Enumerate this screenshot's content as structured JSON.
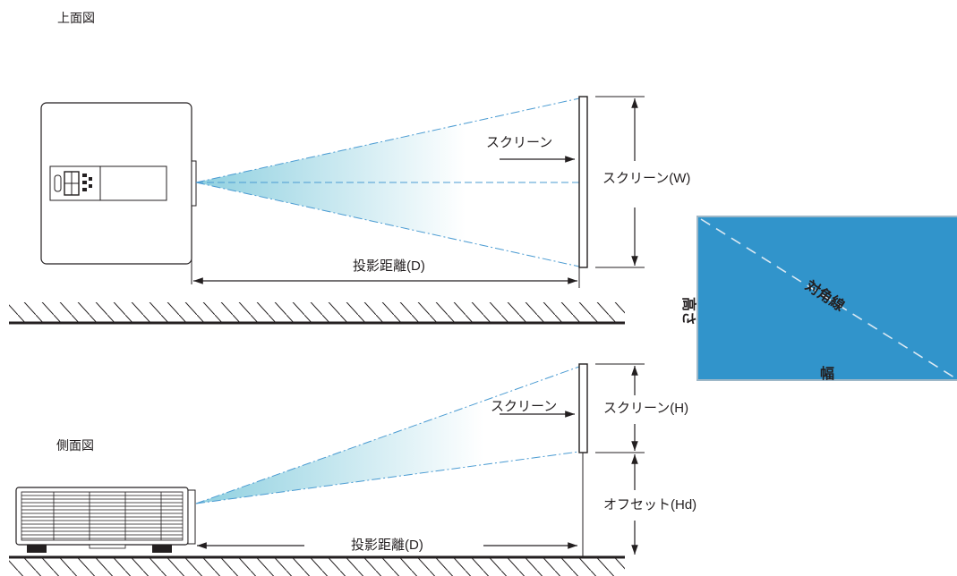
{
  "top_view": {
    "title": "上面図",
    "screen_arrow_label": "スクリーン",
    "screen_width_label": "スクリーン(W)",
    "distance_label": "投影距離(D)"
  },
  "side_view": {
    "title": "側面図",
    "screen_arrow_label": "スクリーン",
    "screen_height_label": "スクリーン(H)",
    "offset_label": "オフセット(Hd)",
    "distance_label": "投影距離(D)"
  },
  "screen_panel": {
    "diagonal_label": "対角線",
    "height_label": "高さ",
    "width_label": "幅",
    "fill_color": "#3194cb",
    "border_color": "#9fb8c8"
  },
  "colors": {
    "beam": "#8fd0e0",
    "beam_line": "#4a9bd2",
    "line": "#231f20"
  }
}
